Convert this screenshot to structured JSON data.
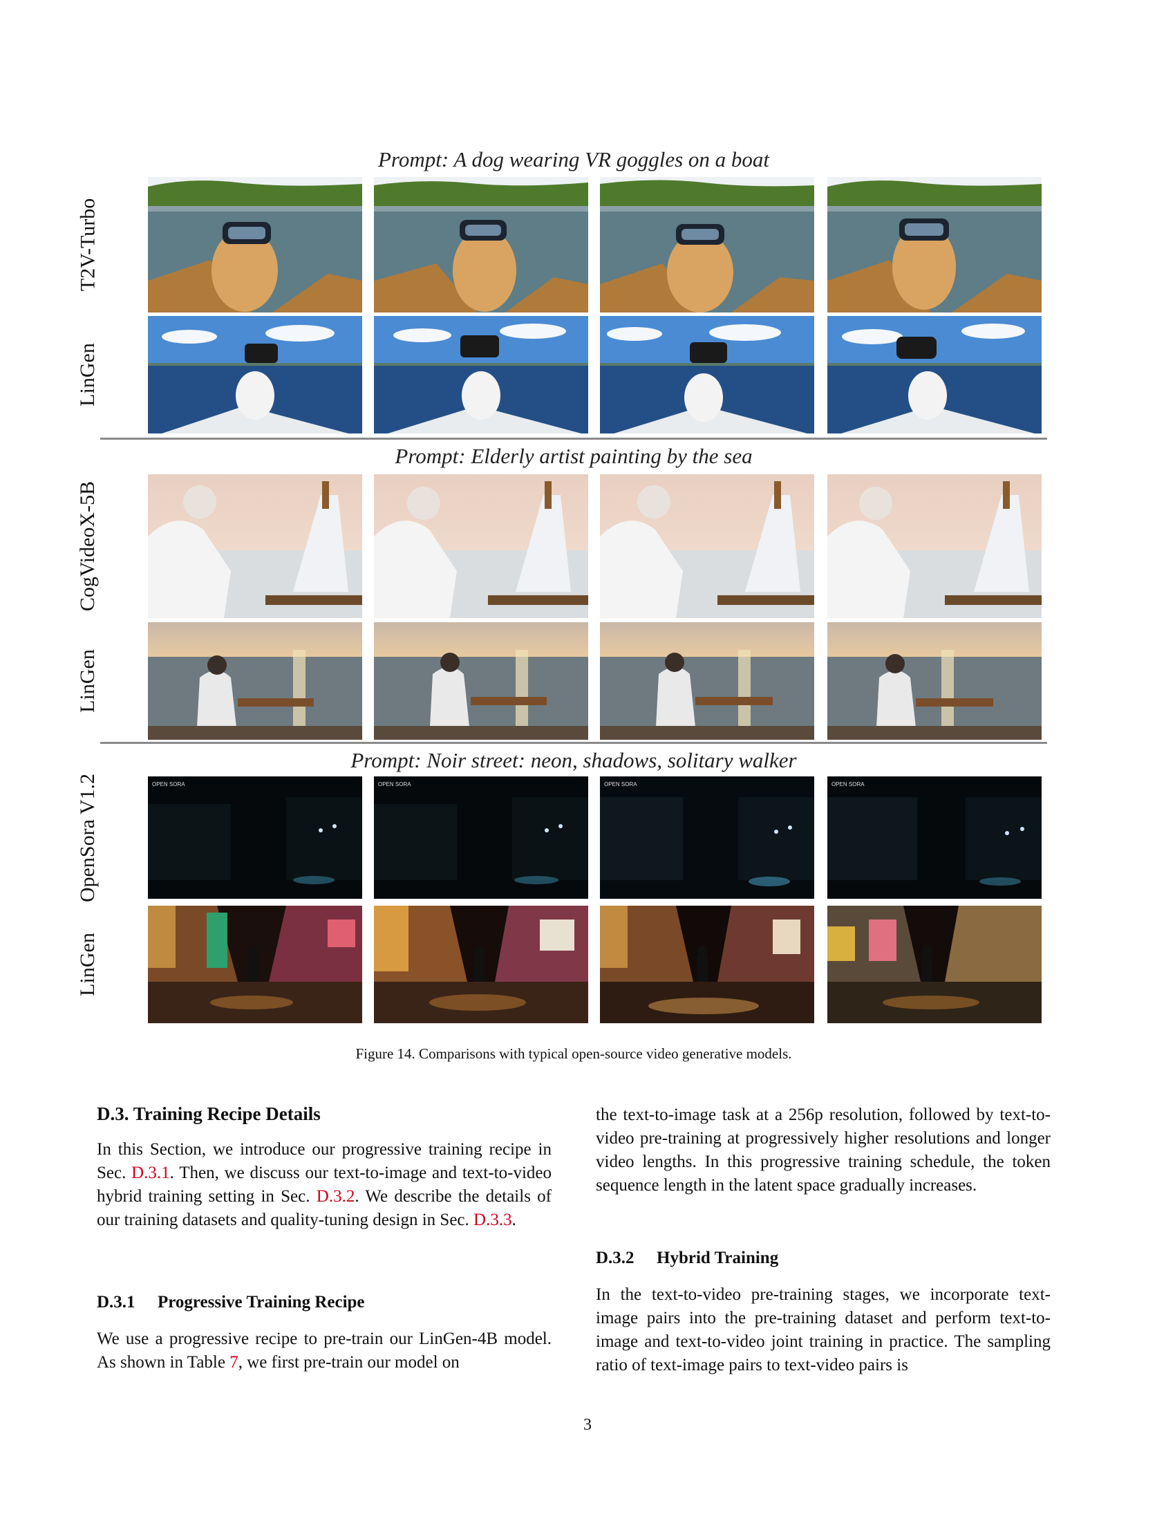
{
  "figure": {
    "prompts": [
      "Prompt: A dog wearing VR goggles on a boat",
      "Prompt: Elderly artist painting by the sea",
      "Prompt: Noir street: neon, shadows, solitary walker"
    ],
    "row_labels": [
      "T2V-Turbo",
      "LinGen",
      "CogVideoX-5B",
      "LinGen",
      "OpenSora V1.2",
      "LinGen"
    ],
    "watermark": "OPEN SORA",
    "caption": "Figure 14. Comparisons with typical open-source video generative models."
  },
  "section": {
    "heading": "D.3. Training Recipe Details",
    "intro": {
      "t1": "In this Section, we introduce our progressive training recipe in Sec. ",
      "r1": "D.3.1",
      "t2": ". Then, we discuss our text-to-image and text-to-video hybrid training setting in Sec. ",
      "r2": "D.3.2",
      "t3": ". We describe the details of our training datasets and quality-tuning design in Sec. ",
      "r3": "D.3.3",
      "t4": "."
    },
    "sub1": {
      "num": "D.3.1",
      "title": "Progressive Training Recipe",
      "t1": "We use a progressive recipe to pre-train our LinGen-4B model. As shown in Table ",
      "r1": "7",
      "t2": ", we first pre-train our model on"
    },
    "right_cont": "the text-to-image task at a 256p resolution, followed by text-to-video pre-training at progressively higher resolutions and longer video lengths. In this progressive training schedule, the token sequence length in the latent space gradually increases.",
    "sub2": {
      "num": "D.3.2",
      "title": "Hybrid Training",
      "text": "In the text-to-video pre-training stages, we incorporate text-image pairs into the pre-training dataset and perform text-to-image and text-to-video joint training in practice. The sampling ratio of text-image pairs to text-video pairs is"
    }
  },
  "page_number": "3"
}
